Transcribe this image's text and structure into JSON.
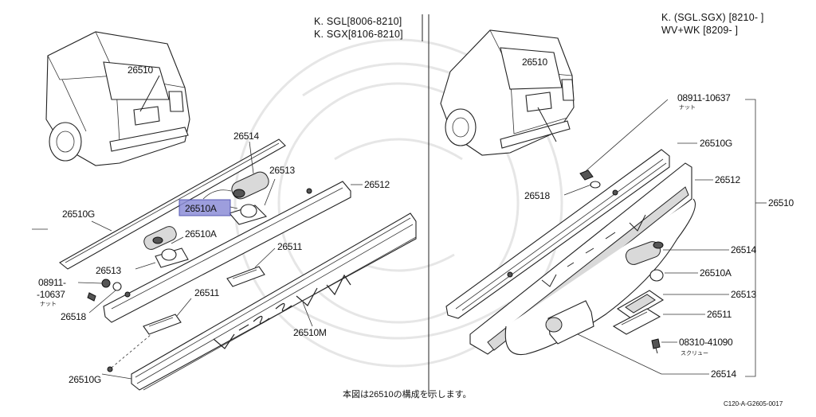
{
  "header_left": [
    "K. SGL[8006-8210]",
    "K. SGX[8106-8210]"
  ],
  "header_right": [
    "K. (SGL.SGX) [8210-     ]",
    "WV+WK       [8209-     ]"
  ],
  "footer_note": "本図は26510の構成を示します。",
  "figure_code": "C120-A-G2605-0017",
  "kana": {
    "nut": "ナット",
    "screw": "スクリュー"
  },
  "highlight_color": "#8c8ed8",
  "left_labels": {
    "car": "26510",
    "l26514": "26514",
    "l26513a": "26513",
    "l26512": "26512",
    "l26510a_hl": "26510A",
    "l26510g_top": "26510G",
    "l26510a_lower": "26510A",
    "l26511a": "26511",
    "l26513b": "26513",
    "l08911a": "08911-",
    "l08911b": "-10637",
    "l26511b": "26511",
    "l26518": "26518",
    "l26510m": "26510M",
    "l26510g_bot": "26510G"
  },
  "right_labels": {
    "car": "26510",
    "r08911": "08911-10637",
    "r26510g": "26510G",
    "r26518": "26518",
    "r26512": "26512",
    "r26510": "26510",
    "r26514a": "26514",
    "r26510a": "26510A",
    "r26513": "26513",
    "r26511": "26511",
    "r08310": "08310-41090",
    "r26514b": "26514"
  }
}
